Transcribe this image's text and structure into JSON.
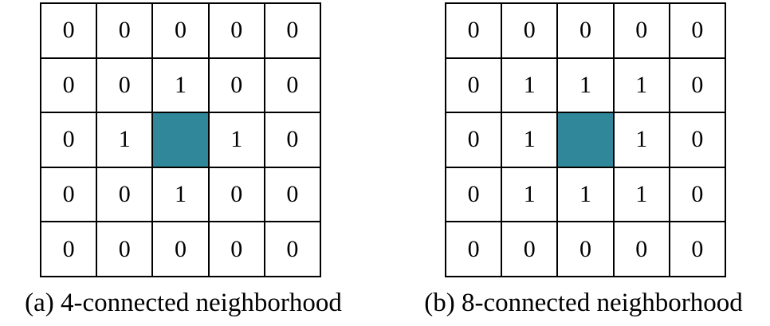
{
  "center_color": "#2f8799",
  "panels": [
    {
      "caption": "(a) 4-connected neighborhood",
      "grid": [
        [
          "0",
          "0",
          "0",
          "0",
          "0"
        ],
        [
          "0",
          "0",
          "1",
          "0",
          "0"
        ],
        [
          "0",
          "1",
          "",
          "1",
          "0"
        ],
        [
          "0",
          "0",
          "1",
          "0",
          "0"
        ],
        [
          "0",
          "0",
          "0",
          "0",
          "0"
        ]
      ]
    },
    {
      "caption": "(b) 8-connected neighborhood",
      "grid": [
        [
          "0",
          "0",
          "0",
          "0",
          "0"
        ],
        [
          "0",
          "1",
          "1",
          "1",
          "0"
        ],
        [
          "0",
          "1",
          "",
          "1",
          "0"
        ],
        [
          "0",
          "1",
          "1",
          "1",
          "0"
        ],
        [
          "0",
          "0",
          "0",
          "0",
          "0"
        ]
      ]
    }
  ]
}
